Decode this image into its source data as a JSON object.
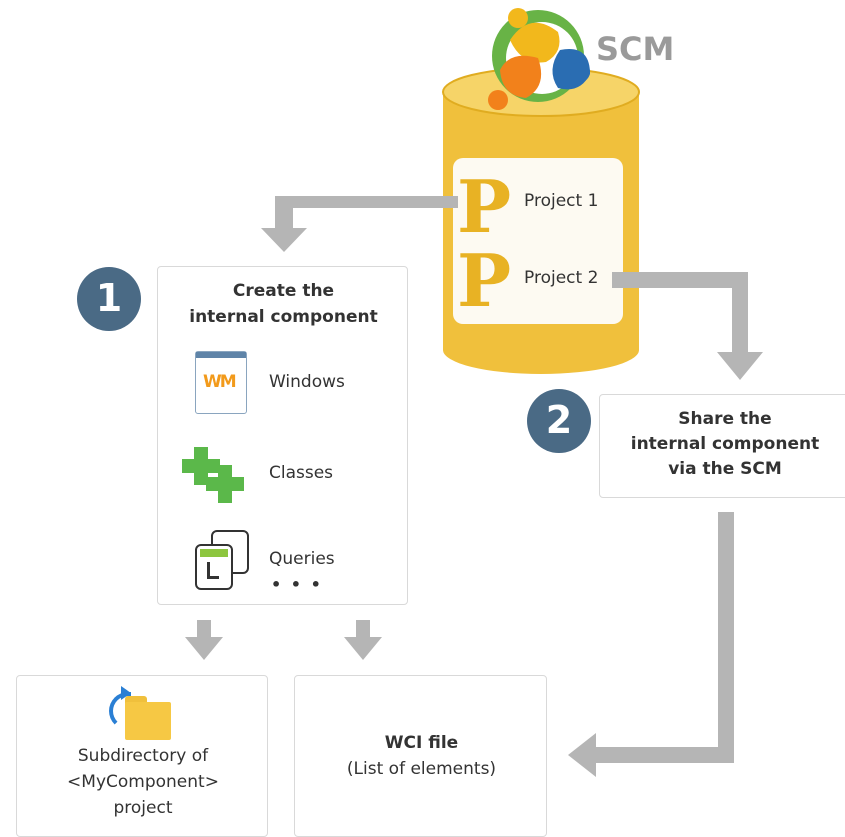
{
  "scm": {
    "label": "SCM",
    "projects": [
      "Project 1",
      "Project 2"
    ]
  },
  "step1": {
    "number": "1",
    "title_line1": "Create the",
    "title_line2": "internal component",
    "items": [
      "Windows",
      "Classes",
      "Queries"
    ],
    "more": "• • •"
  },
  "step2": {
    "number": "2",
    "title_line1": "Share the",
    "title_line2": "internal component",
    "title_line3": "via the SCM"
  },
  "subdir": {
    "line1": "Subdirectory of",
    "line2": "<MyComponent>",
    "line3": "project"
  },
  "wci": {
    "title": "WCI file",
    "subtitle": "(List of elements)"
  },
  "colors": {
    "gold": "#f0c03c",
    "arrow": "#b5b5b5",
    "badge": "#4a6a85",
    "green": "#5bb84a",
    "orange": "#f29a1b"
  }
}
